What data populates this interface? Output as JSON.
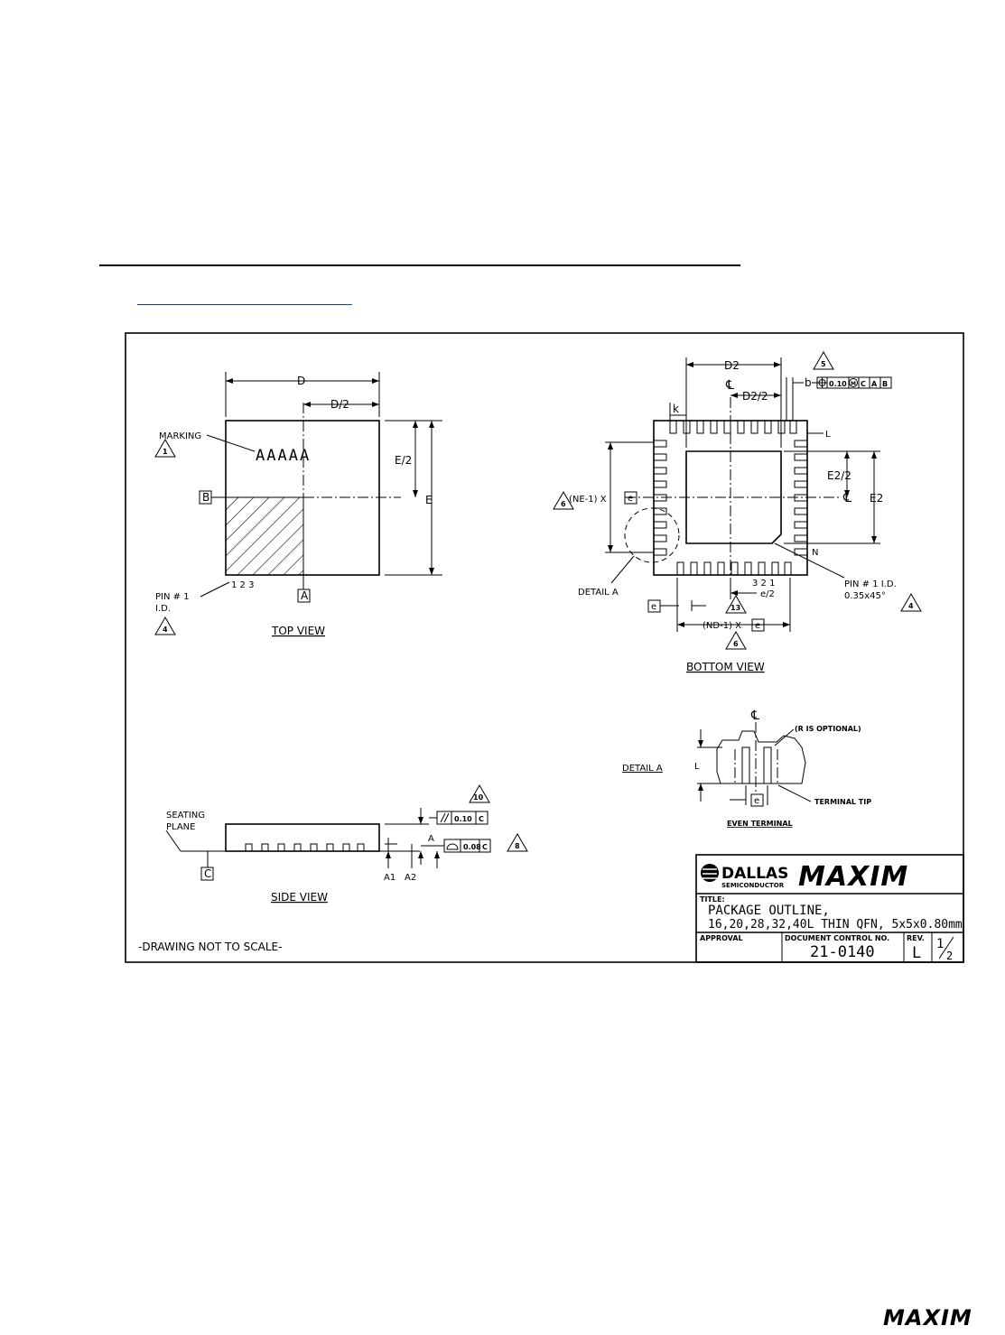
{
  "top_view": {
    "caption": "TOP VIEW",
    "dim_d": "D",
    "dim_d_half": "D/2",
    "dim_e_half": "E/2",
    "dim_e": "E",
    "marking_label": "MARKING",
    "marking_note": "1",
    "marking_chars": "AAAAA",
    "datum_b": "B",
    "datum_a": "A",
    "pin_numbers": "1  2  3",
    "pin1_line1": "PIN # 1",
    "pin1_line2": "I.D.",
    "pin1_note": "4"
  },
  "bottom_view": {
    "caption": "BOTTOM VIEW",
    "dim_d2": "D2",
    "dim_d2_half": "D2/2",
    "dim_e2_half": "E2/2",
    "dim_e2": "E2",
    "dim_k": "k",
    "dim_b": "b",
    "dim_l": "L",
    "dim_n": "N",
    "centerline": "℄",
    "note_5": "5",
    "tolerance": [
      "0.10",
      "M",
      "C",
      "A",
      "B"
    ],
    "ne_label": "(NE-1) X",
    "nd_label": "(ND-1) X",
    "e_box": "e",
    "e_half": "e/2",
    "note_6": "6",
    "note_13": "13",
    "detail_a": "DETAIL A",
    "pin_numbers": "3  2  1",
    "pin1_line1": "PIN # 1 I.D.",
    "pin1_line2": "0.35x45°",
    "pin1_note": "4"
  },
  "detail_a": {
    "label": "DETAIL A",
    "centerline": "℄",
    "r_optional": "(R IS OPTIONAL)",
    "dim_l": "L",
    "e_box": "e",
    "terminal_tip": "TERMINAL TIP",
    "caption": "EVEN TERMINAL"
  },
  "side_view": {
    "caption": "SIDE VIEW",
    "seating_line1": "SEATING",
    "seating_line2": "PLANE",
    "datum_c": "C",
    "note_10": "10",
    "parallel_tol": "0.10",
    "parallel_datum": "C",
    "dim_a": "A",
    "flat_tol": "0.08",
    "flat_datum": "C",
    "note_8": "8",
    "dim_a1": "A1",
    "dim_a2": "A2"
  },
  "scale_note": "-DRAWING NOT TO SCALE-",
  "title_block": {
    "dallas_line1": "DALLAS",
    "dallas_line2": "SEMICONDUCTOR",
    "maxim_logo": "MAXIM",
    "title_label": "TITLE:",
    "title_line1": "PACKAGE OUTLINE,",
    "title_line2": "16,20,28,32,40L THIN QFN, 5x5x0.80mm",
    "approval_label": "APPROVAL",
    "doc_control_label": "DOCUMENT CONTROL NO.",
    "doc_control_no": "21-0140",
    "rev_label": "REV.",
    "rev": "L",
    "sheet_num": "1",
    "sheet_den": "2"
  },
  "footer_logo": "MAXIM"
}
